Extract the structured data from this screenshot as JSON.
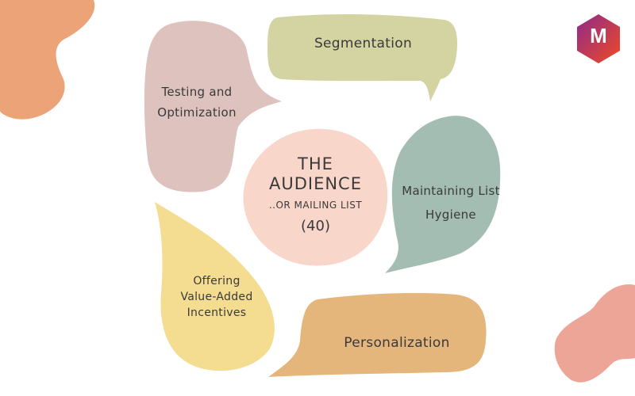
{
  "center": {
    "title_line1": "THE",
    "title_line2": "AUDIENCE",
    "subtitle": "..OR MAILING LIST",
    "number": "(40)"
  },
  "bubbles": [
    {
      "label": "Segmentation",
      "color": "#d3d4a2"
    },
    {
      "label_line1": "Testing and",
      "label_line2": "Optimization",
      "color": "#dec2be"
    },
    {
      "label_line1": "Maintaining List",
      "label_line2": "Hygiene",
      "color": "#a4bdb2"
    },
    {
      "label_line1": "Offering",
      "label_line2": "Value-Added",
      "label_line3": "Incentives",
      "color": "#f4dc91"
    },
    {
      "label": "Personalization",
      "color": "#e5b67b"
    }
  ],
  "logo": {
    "letter": "M"
  },
  "colors": {
    "center": "#f8d6ca",
    "blob_top_left": "#eba377",
    "blob_bottom_right": "#eca597",
    "logo_start": "#8e2a8a",
    "logo_end": "#f04a23"
  }
}
